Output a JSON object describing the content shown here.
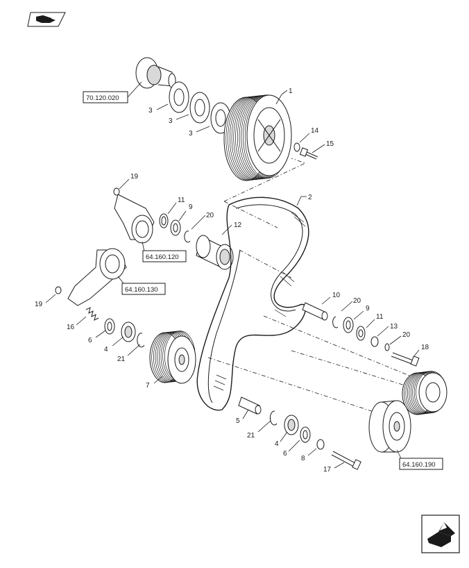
{
  "diagram": {
    "callouts": [
      {
        "id": "c1",
        "label": "1"
      },
      {
        "id": "c2",
        "label": "2"
      },
      {
        "id": "c3a",
        "label": "3"
      },
      {
        "id": "c3b",
        "label": "3"
      },
      {
        "id": "c3c",
        "label": "3"
      },
      {
        "id": "c4a",
        "label": "4"
      },
      {
        "id": "c4b",
        "label": "4"
      },
      {
        "id": "c5",
        "label": "5"
      },
      {
        "id": "c6a",
        "label": "6"
      },
      {
        "id": "c6b",
        "label": "6"
      },
      {
        "id": "c7",
        "label": "7"
      },
      {
        "id": "c8",
        "label": "8"
      },
      {
        "id": "c9a",
        "label": "9"
      },
      {
        "id": "c9b",
        "label": "9"
      },
      {
        "id": "c10",
        "label": "10"
      },
      {
        "id": "c11a",
        "label": "11"
      },
      {
        "id": "c11b",
        "label": "11"
      },
      {
        "id": "c12",
        "label": "12"
      },
      {
        "id": "c13",
        "label": "13"
      },
      {
        "id": "c14",
        "label": "14"
      },
      {
        "id": "c15",
        "label": "15"
      },
      {
        "id": "c16",
        "label": "16"
      },
      {
        "id": "c17",
        "label": "17"
      },
      {
        "id": "c18",
        "label": "18"
      },
      {
        "id": "c19a",
        "label": "19"
      },
      {
        "id": "c19b",
        "label": "19"
      },
      {
        "id": "c20a",
        "label": "20"
      },
      {
        "id": "c20b",
        "label": "20"
      },
      {
        "id": "c20c",
        "label": "20"
      },
      {
        "id": "c21a",
        "label": "21"
      },
      {
        "id": "c21b",
        "label": "21"
      }
    ],
    "references": [
      {
        "id": "r1",
        "label": "70.120.020"
      },
      {
        "id": "r2",
        "label": "64.160.120"
      },
      {
        "id": "r3",
        "label": "64.160.130"
      },
      {
        "id": "r4",
        "label": "64.160.190"
      }
    ]
  },
  "icons": {
    "top_left": "book-icon",
    "bottom_right": "next-page-arrow-icon"
  }
}
